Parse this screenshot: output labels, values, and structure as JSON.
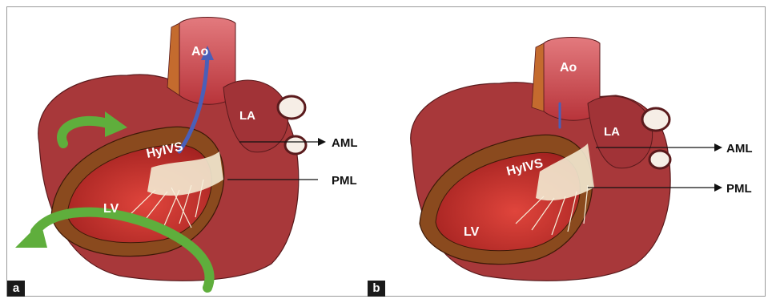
{
  "panels": [
    {
      "id": "a",
      "panel_label": "a",
      "labels": {
        "aorta": "Ao",
        "left_atrium": "LA",
        "septum": "HyIVS",
        "left_ventricle": "LV"
      },
      "callouts": {
        "anterior_leaflet": "AML",
        "posterior_leaflet": "PML"
      }
    },
    {
      "id": "b",
      "panel_label": "b",
      "labels": {
        "aorta": "Ao",
        "left_atrium": "LA",
        "septum": "HyIVS",
        "left_ventricle": "LV"
      },
      "callouts": {
        "anterior_leaflet": "AML",
        "posterior_leaflet": "PML"
      }
    }
  ],
  "colors": {
    "myocardium": "#a8383a",
    "myocardium_dark": "#7e2426",
    "wall_band": "#8a4a1e",
    "cavity": "#c0302c",
    "valve": "#f3ead2",
    "aorta": "#c94a50",
    "flow_arrow": "#4a5fb8",
    "twist_arrow": "#5fae3c"
  }
}
